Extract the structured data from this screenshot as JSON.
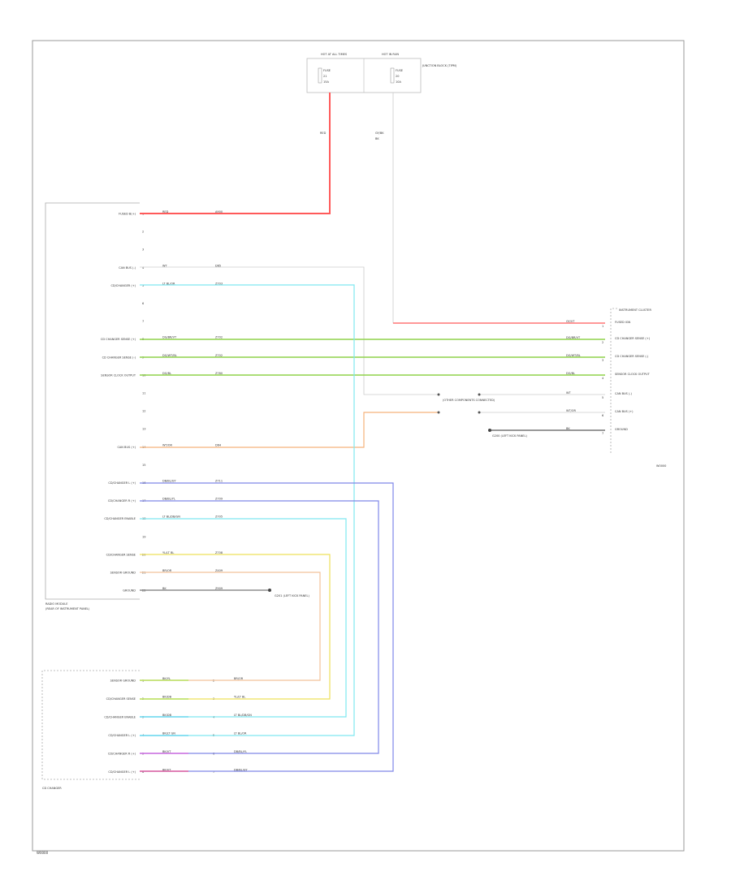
{
  "footer_code": "W0000",
  "side_code": "W0000",
  "fuse_left": {
    "header": "HOT AT ALL TIMES",
    "fuse": "FUSE",
    "num": "21",
    "amp": "15A"
  },
  "fuse_right": {
    "header": "HOT IN RUN",
    "fuse": "FUSE",
    "num": "20",
    "amp": "10A",
    "note": "JUNCTION BLOCK (TIPM)"
  },
  "wire_top_left": {
    "color": "RED",
    "note": "RD"
  },
  "wire_top_right": {
    "color": "GY/BK",
    "note": "BK"
  },
  "radio": {
    "name": "RADIO MODULE",
    "note": "(REAR OF INSTRUMENT PANEL)",
    "pins": [
      {
        "label": "FUSED B(+)",
        "pin": "1",
        "color": "RED",
        "circuit": "A900"
      },
      {
        "label": "",
        "pin": "2",
        "color": "",
        "circuit": ""
      },
      {
        "label": "",
        "pin": "3",
        "color": "",
        "circuit": ""
      },
      {
        "label": "CAN BUS (-)",
        "pin": "4",
        "color": "WT",
        "circuit": "D65"
      },
      {
        "label": "CD/CHANGER (+)",
        "pin": "5",
        "color": "LT BL/OR",
        "circuit": "Z703"
      },
      {
        "label": "",
        "pin": "6",
        "color": "",
        "circuit": ""
      },
      {
        "label": "",
        "pin": "7",
        "color": "",
        "circuit": ""
      },
      {
        "label": "CD CHANGER SENSE (+)",
        "pin": "8",
        "color": "DG/BR/VT",
        "circuit": "Z702"
      },
      {
        "label": "CD CHANGER SENSE (-)",
        "pin": "9",
        "color": "DG/WT/BL",
        "circuit": "Z702"
      },
      {
        "label": "SENSOR CLOCK OUTPUT",
        "pin": "10",
        "color": "DG/BL",
        "circuit": "Z780"
      },
      {
        "label": "",
        "pin": "11",
        "color": "",
        "circuit": ""
      },
      {
        "label": "",
        "pin": "12",
        "color": "",
        "circuit": ""
      },
      {
        "label": "",
        "pin": "13",
        "color": "",
        "circuit": ""
      },
      {
        "label": "CAN BUS (+)",
        "pin": "14",
        "color": "WT/OR",
        "circuit": "D64"
      },
      {
        "label": "",
        "pin": "15",
        "color": "",
        "circuit": ""
      },
      {
        "label": "CD/CHANGER L (+)",
        "pin": "16",
        "color": "DB/BL/GY",
        "circuit": "Z711"
      },
      {
        "label": "CD/CHANGER R (+)",
        "pin": "17",
        "color": "DB/BL/YL",
        "circuit": "Z709"
      },
      {
        "label": "CD/CHANGER ENABLE",
        "pin": "18",
        "color": "LT BL/DB/GN",
        "circuit": "Z705"
      },
      {
        "label": "",
        "pin": "19",
        "color": "",
        "circuit": ""
      },
      {
        "label": "CD/CHANGER SENSE",
        "pin": "20",
        "color": "YL/LT BL",
        "circuit": "Z708"
      },
      {
        "label": "SENSOR GROUND",
        "pin": "21",
        "color": "BR/OR",
        "circuit": "Z409"
      },
      {
        "label": "GROUND",
        "pin": "22",
        "color": "BK",
        "circuit": "Z909"
      }
    ]
  },
  "radio_ground_note": "G201 (LEFT KICK PANEL)",
  "changer": {
    "name": "CD CHANGER",
    "pins": [
      {
        "label": "SENSOR GROUND",
        "pin": "1",
        "pin_side": "2",
        "wire_l": "BK/YL",
        "wire_r": "BR/OR"
      },
      {
        "label": "CD/CHANGER SENSE",
        "pin": "2",
        "pin_side": "3",
        "wire_l": "BK/DB",
        "wire_r": "YL/LT BL"
      },
      {
        "label": "CD/CHANGER ENABLE",
        "pin": "3",
        "pin_side": "4",
        "wire_l": "BK/DB",
        "wire_r": "LT BL/DB/GN"
      },
      {
        "label": "CD/CHANGER L (+)",
        "pin": "4",
        "pin_side": "5",
        "wire_l": "BK/LT GN",
        "wire_r": "LT BL/OR"
      },
      {
        "label": "CD/CHANGER R (+)",
        "pin": "5",
        "pin_side": "6",
        "wire_l": "BK/VT",
        "wire_r": "DB/BL/YL"
      },
      {
        "label": "CD/CHANGER L (+)",
        "pin": "6",
        "pin_side": "7",
        "wire_l": "BK/VT",
        "wire_r": "DB/BL/GY"
      }
    ]
  },
  "right_module": {
    "name": "INSTRUMENT CLUSTER",
    "pins": [
      {
        "label": "FUSED IGN",
        "pin": "1",
        "color": "GY/VT"
      },
      {
        "label": "CD CHANGER SENSE (+)",
        "pin": "2",
        "color": "DG/BR/VT"
      },
      {
        "label": "CD CHANGER SENSE (-)",
        "pin": "3",
        "color": "DG/WT/BL"
      },
      {
        "label": "SENSOR CLOCK OUTPUT",
        "pin": "4",
        "color": "DG/BL"
      },
      {
        "label": "CAN BUS (-)",
        "pin": "5",
        "color": "WT"
      },
      {
        "label": "CAN BUS (+)",
        "pin": "6",
        "color": "WT/OR"
      },
      {
        "label": "GROUND",
        "pin": "7",
        "color": "BK"
      }
    ]
  },
  "splice_note": "(OTHER COMPONENTS CONNECTED)",
  "ground_note_right": "G200 (LEFT KICK PANEL)",
  "colors": {
    "red": "#ff5a5a",
    "lt_blue": "#7fe8f0",
    "green": "#8fd24a",
    "orange": "#f5b27a",
    "blue": "#7f87e8",
    "yellow": "#eee05a",
    "peach": "#f2c29a",
    "gray": "#cccccc",
    "magenta": "#e060c0"
  }
}
